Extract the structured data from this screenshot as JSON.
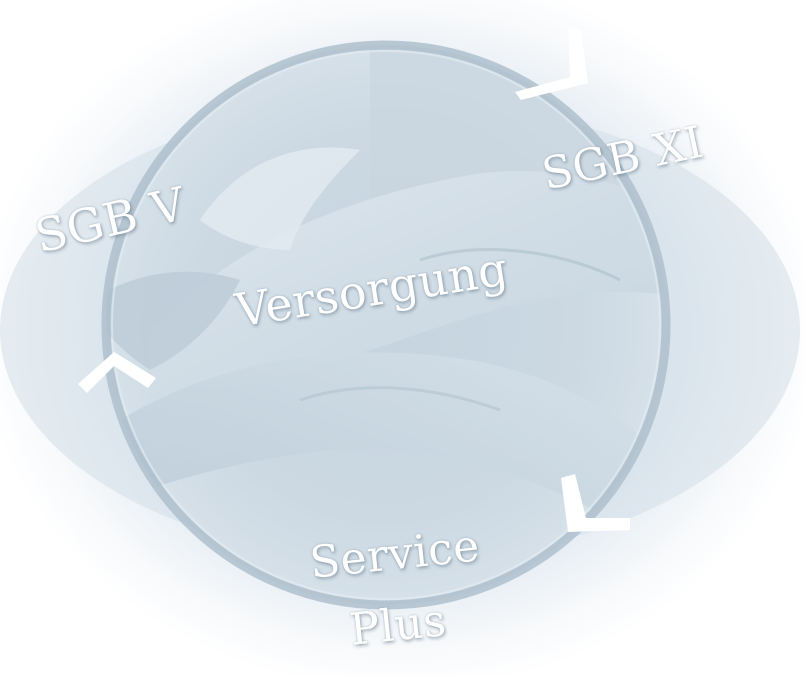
{
  "labels": {
    "sgb_v": "SGB V",
    "sgb_xi": "SGB XI",
    "center": "Versorgung",
    "service_line1": "Service",
    "service_line2": "Plus"
  },
  "icons": {
    "cycle_arrows": [
      "chevron-right-down-icon",
      "chevron-left-down-icon",
      "chevron-up-icon"
    ]
  },
  "colors": {
    "background_tint": "#d3dfe8",
    "circle_ring": "#aebfcc",
    "text": "#ffffff"
  }
}
